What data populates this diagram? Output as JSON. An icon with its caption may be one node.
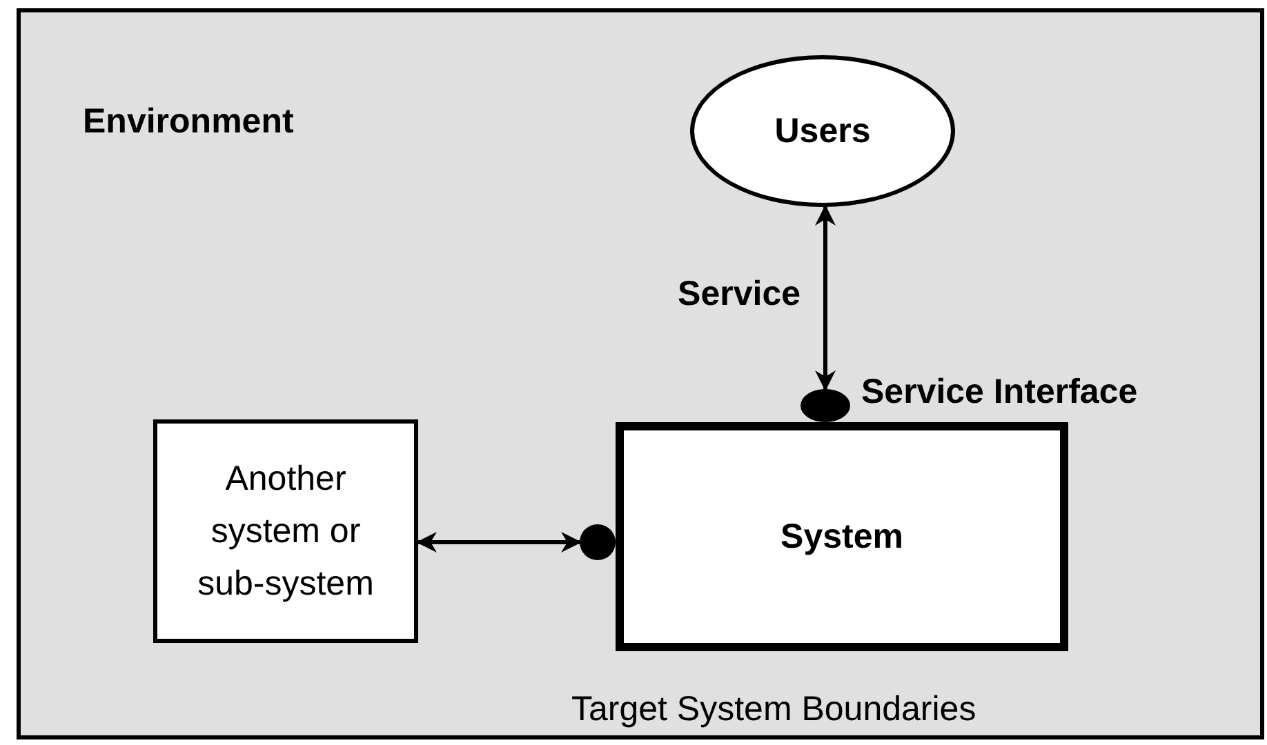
{
  "diagram": {
    "nodes": [
      {
        "text": [
          "Environment"
        ]
      },
      {
        "text": [
          "Users"
        ],
        "in": 0
      },
      {
        "text": [
          "Another system or sub-system"
        ],
        "in": 0
      },
      {
        "text": [
          "System"
        ],
        "in": 0,
        "beside": [
          "Target System Boundaries"
        ]
      },
      {
        "text": [],
        "shape": "circle",
        "in": 0,
        "beside": [
          "Service Interface"
        ]
      },
      {
        "text": [],
        "shape": "circle",
        "in": 0
      }
    ],
    "edges": [
      {
        "from": 1,
        "to": 4,
        "arrow": "both",
        "label": "Service"
      },
      {
        "from": 2,
        "to": 5,
        "arrow": "both"
      }
    ]
  }
}
